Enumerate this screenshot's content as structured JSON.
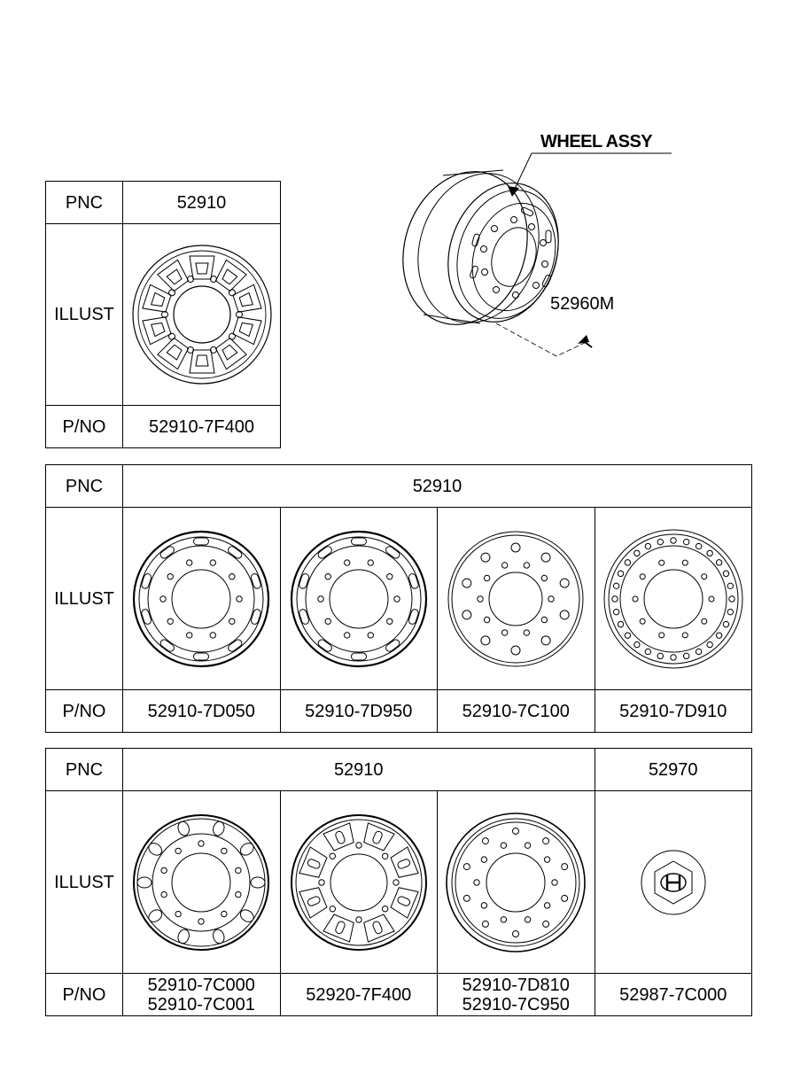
{
  "hero": {
    "title": "WHEEL ASSY",
    "callout_code": "52960M"
  },
  "labels": {
    "pnc": "PNC",
    "illust": "ILLUST",
    "pno": "P/NO"
  },
  "table1": {
    "pnc": "52910",
    "parts": [
      {
        "icon": "wheel-10-pocket-icon",
        "pno": [
          "52910-7F400"
        ]
      }
    ]
  },
  "table2": {
    "pnc": "52910",
    "parts": [
      {
        "icon": "wheel-steel-slot-icon",
        "pno": [
          "52910-7D050"
        ]
      },
      {
        "icon": "wheel-steel-slot-icon",
        "pno": [
          "52910-7D950"
        ]
      },
      {
        "icon": "wheel-round-hole-icon",
        "pno": [
          "52910-7C100"
        ]
      },
      {
        "icon": "wheel-many-hole-icon",
        "pno": [
          "52910-7D910"
        ]
      }
    ]
  },
  "table3": {
    "pnc_main": "52910",
    "pnc_cap": "52970",
    "parts": [
      {
        "icon": "wheel-oval-hole-icon",
        "pno": [
          "52910-7C000",
          "52910-7C001"
        ]
      },
      {
        "icon": "wheel-alloy-pocket-icon",
        "pno": [
          "52920-7F400"
        ]
      },
      {
        "icon": "wheel-plain-icon",
        "pno": [
          "52910-7D810",
          "52910-7C950"
        ]
      },
      {
        "icon": "hub-cap-icon",
        "pno": [
          "52987-7C000"
        ]
      }
    ]
  }
}
